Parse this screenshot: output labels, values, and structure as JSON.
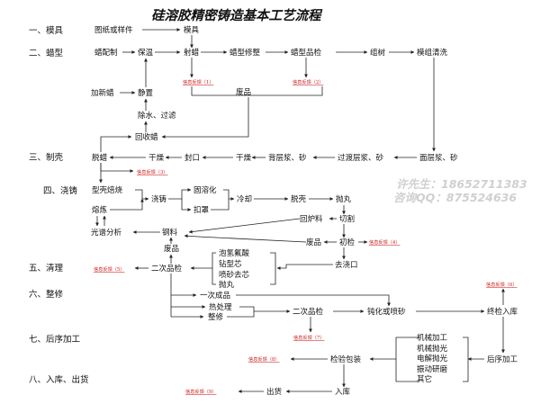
{
  "title": "硅溶胶精密铸造基本工艺流程",
  "watermark": {
    "line1": "许先生：18652711383",
    "line2": "咨询QQ：875524636"
  },
  "stages": {
    "s1": "一、模具",
    "s2": "二、蜡型",
    "s3": "三、制壳",
    "s4": "四、浇铸",
    "s5": "五、清理",
    "s6": "六、整修",
    "s7": "七、后序加工",
    "s8": "八、入库、出货"
  },
  "nodes": {
    "drawing": "图纸或样件",
    "mold": "模具",
    "wax_mix": "蜡配制",
    "keep_warm": "保温",
    "inject": "射蜡",
    "wax_trim": "蜡型修整",
    "wax_inspect": "蜡型品检",
    "assemble": "组树",
    "clean_tree": "模组清洗",
    "add_wax": "加新蜡",
    "settle": "静置",
    "dewater": "除水、过滤",
    "recycle_wax": "回收蜡",
    "scrap1": "废品",
    "dewax": "脱蜡",
    "dry1": "干燥",
    "seal": "封口",
    "dry2": "干燥",
    "back_coat": "背层浆、砂",
    "trans_coat": "过渡层浆、砂",
    "face_coat": "面层浆、砂",
    "shell_bake": "型壳焙烧",
    "pour": "浇铸",
    "solid_sol": "固溶化",
    "cool": "冷却",
    "deshell": "脱壳",
    "shot_blast": "抛丸",
    "smelt": "熔炼",
    "hood": "扣罩",
    "return_charge": "回炉料",
    "cut": "切割",
    "spectro": "光谱分析",
    "steel": "钢料",
    "scrap2": "废品",
    "first_check": "初检",
    "scrap3": "废品",
    "remove_gate": "去浇口",
    "second_check": "二次品检",
    "pickle": "泡氢氟酸",
    "drill_core": "钻型芯",
    "sand_core": "喷砂去芯",
    "shot2": "抛丸",
    "first_product": "一次成品",
    "heat_treat": "热处理",
    "repair": "整修",
    "second_product": "二次品检",
    "passivate": "钝化或喷砂",
    "final_check": "终检入库",
    "machining": "机械加工",
    "mech_polish": "机械抛光",
    "electro_polish": "电解抛光",
    "vib_grind": "振动研磨",
    "other": "其它",
    "post_process": "后序加工",
    "inspect_pack": "检验包装",
    "warehouse": "入库",
    "ship": "出货"
  },
  "feedback": {
    "f1": "信息反馈（1）",
    "f2": "信息反馈（2）",
    "f3": "信息反馈（3）",
    "f4": "信息反馈（4）",
    "f5": "信息反馈（5）",
    "f6": "信息反馈（6）",
    "f7": "信息反馈（7）",
    "f8": "信息反馈（8）",
    "f9": "信息反馈（9）"
  }
}
